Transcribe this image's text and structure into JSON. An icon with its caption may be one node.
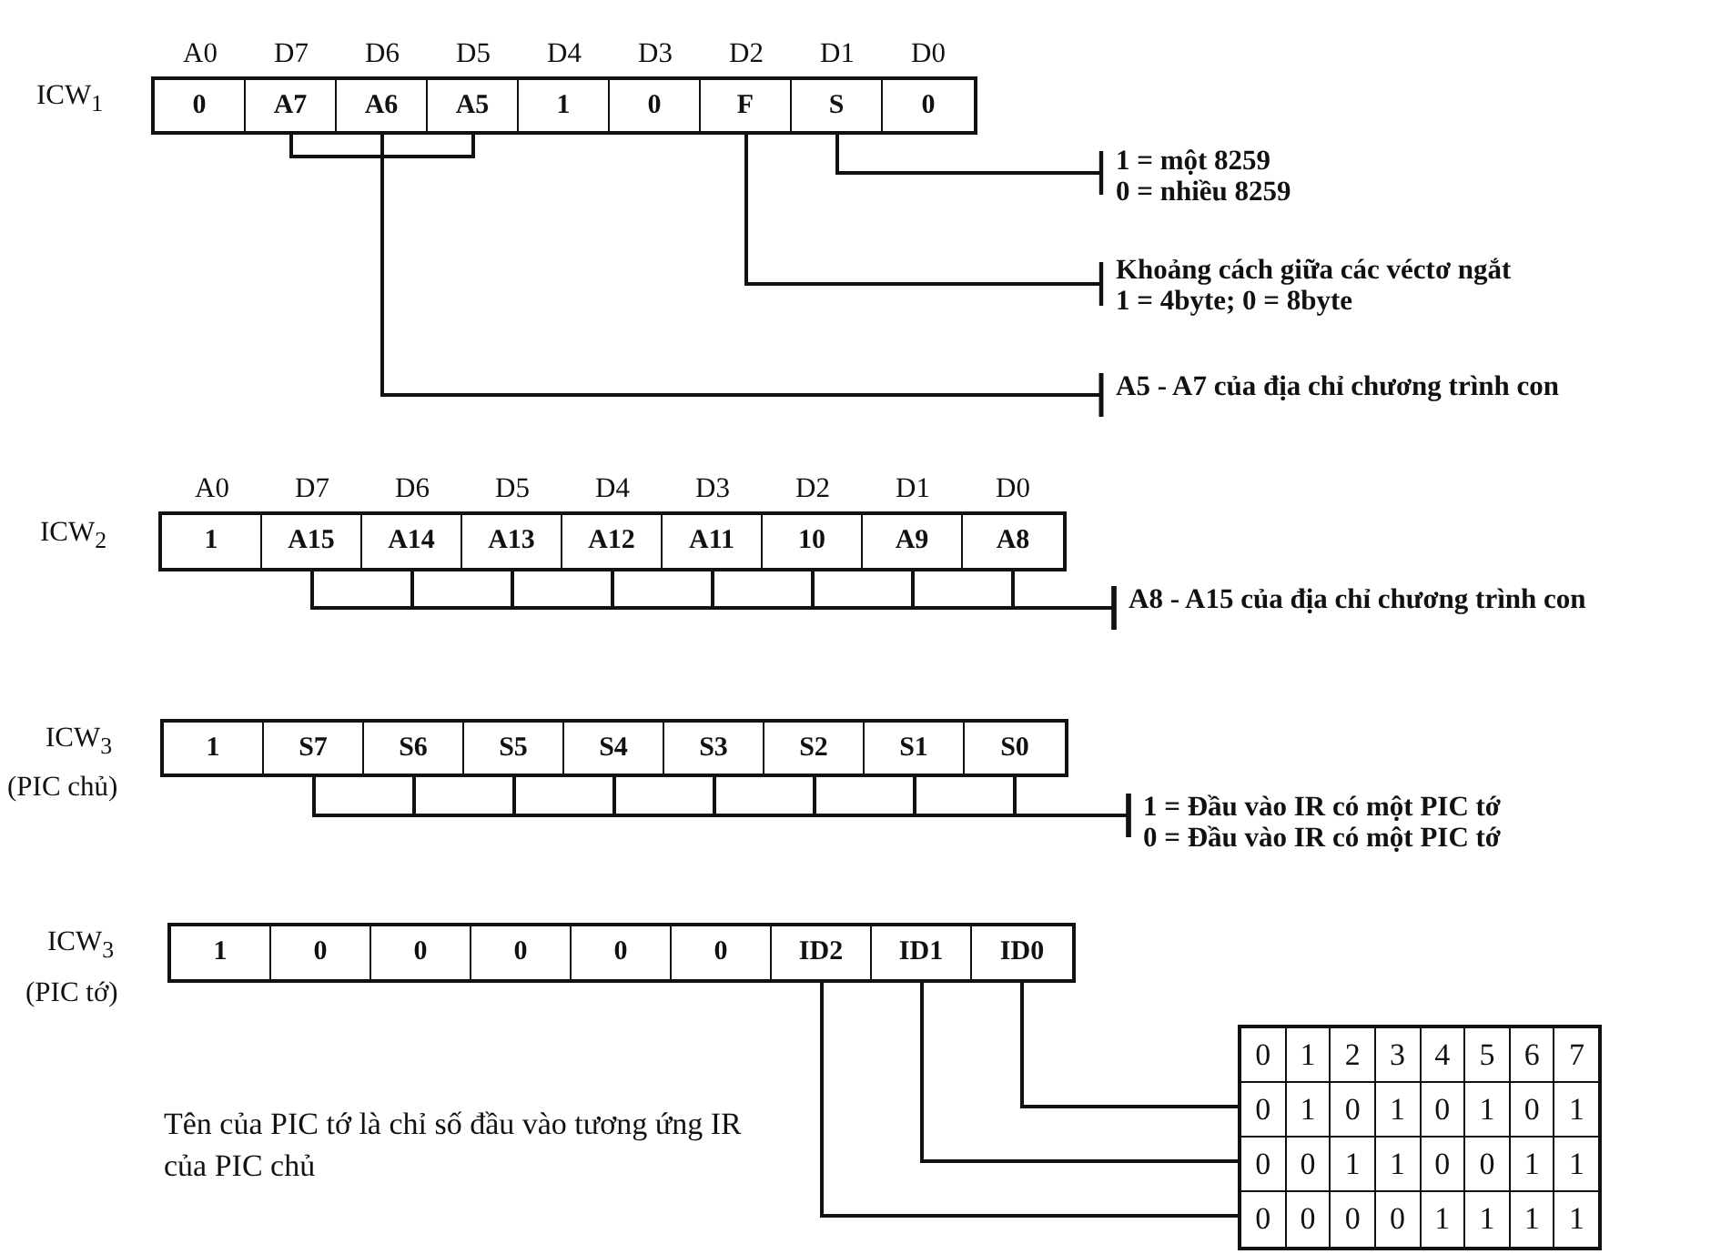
{
  "diagram": {
    "nodes": [
      {
        "text": [],
        "shape": "bar"
      },
      {
        "text": [
          "0"
        ],
        "in": 0
      },
      {
        "text": [
          "A7"
        ],
        "in": 0
      },
      {
        "text": [
          "A6"
        ],
        "in": 0
      },
      {
        "text": [
          "A5"
        ],
        "in": 0
      },
      {
        "text": [
          "1"
        ],
        "in": 0
      },
      {
        "text": [
          "0"
        ],
        "in": 0
      },
      {
        "text": [
          "F"
        ],
        "in": 0
      },
      {
        "text": [
          "S"
        ],
        "in": 0
      },
      {
        "text": [
          "0"
        ],
        "in": 0
      },
      {
        "text": [
          "1 = một 8259",
          "0 = nhiều 8259"
        ]
      },
      {
        "text": [
          "Khoảng cách giữa các véctơ ngắt",
          "1 = 4byte; 0 = 8byte"
        ]
      },
      {
        "text": [
          "A5 - A7 của địa chỉ chương trình con"
        ]
      },
      {
        "text": [],
        "shape": "bar"
      },
      {
        "text": [
          "1"
        ],
        "in": 13
      },
      {
        "text": [
          "A15"
        ],
        "in": 13
      },
      {
        "text": [
          "A14"
        ],
        "in": 13
      },
      {
        "text": [
          "A13"
        ],
        "in": 13
      },
      {
        "text": [
          "A12"
        ],
        "in": 13
      },
      {
        "text": [
          "A11"
        ],
        "in": 13
      },
      {
        "text": [
          "10"
        ],
        "in": 13
      },
      {
        "text": [
          "A9"
        ],
        "in": 13
      },
      {
        "text": [
          "A8"
        ],
        "in": 13
      },
      {
        "text": [
          "A8 - A15 của địa chỉ chương trình con"
        ]
      },
      {
        "text": [],
        "shape": "bar"
      },
      {
        "text": [
          "1"
        ],
        "in": 24
      },
      {
        "text": [
          "S7"
        ],
        "in": 24
      },
      {
        "text": [
          "S6"
        ],
        "in": 24
      },
      {
        "text": [
          "S5"
        ],
        "in": 24
      },
      {
        "text": [
          "S4"
        ],
        "in": 24
      },
      {
        "text": [
          "S3"
        ],
        "in": 24
      },
      {
        "text": [
          "S2"
        ],
        "in": 24
      },
      {
        "text": [
          "S1"
        ],
        "in": 24
      },
      {
        "text": [
          "S0"
        ],
        "in": 24
      },
      {
        "text": [
          "1 = Đầu vào IR có một PIC tớ",
          "0 = Đầu vào IR có một PIC tớ"
        ]
      },
      {
        "text": [],
        "shape": "bar"
      },
      {
        "text": [
          "1"
        ],
        "in": 35
      },
      {
        "text": [
          "0"
        ],
        "in": 35
      },
      {
        "text": [
          "0"
        ],
        "in": 35
      },
      {
        "text": [
          "0"
        ],
        "in": 35
      },
      {
        "text": [
          "0"
        ],
        "in": 35
      },
      {
        "text": [
          "0"
        ],
        "in": 35
      },
      {
        "text": [
          "ID2"
        ],
        "in": 35
      },
      {
        "text": [
          "ID1"
        ],
        "in": 35
      },
      {
        "text": [
          "ID0"
        ],
        "in": 35
      },
      {
        "text": [],
        "shape": "box"
      },
      {
        "text": [
          "0",
          "1",
          "2",
          "3",
          "4",
          "5",
          "6",
          "7"
        ],
        "in": 45
      },
      {
        "text": [
          "0",
          "1",
          "0",
          "1",
          "0",
          "1",
          "0",
          "1"
        ],
        "in": 45
      },
      {
        "text": [
          "0",
          "0",
          "1",
          "1",
          "0",
          "0",
          "1",
          "1"
        ],
        "in": 45
      },
      {
        "text": [
          "0",
          "0",
          "0",
          "0",
          "1",
          "1",
          "1",
          "1"
        ],
        "in": 45
      }
    ],
    "edges": [
      {
        "from": 8,
        "to": 10,
        "arrow": "other"
      },
      {
        "from": 7,
        "to": 11,
        "arrow": "other"
      },
      {
        "from": 2,
        "to": 12,
        "arrow": "other"
      },
      {
        "from": 3,
        "to": 12,
        "arrow": "other"
      },
      {
        "from": 4,
        "to": 12,
        "arrow": "other"
      },
      {
        "from": 15,
        "to": 23,
        "arrow": "other"
      },
      {
        "from": 16,
        "to": 23,
        "arrow": "other"
      },
      {
        "from": 17,
        "to": 23,
        "arrow": "other"
      },
      {
        "from": 18,
        "to": 23,
        "arrow": "other"
      },
      {
        "from": 19,
        "to": 23,
        "arrow": "other"
      },
      {
        "from": 20,
        "to": 23,
        "arrow": "other"
      },
      {
        "from": 21,
        "to": 23,
        "arrow": "other"
      },
      {
        "from": 22,
        "to": 23,
        "arrow": "other"
      },
      {
        "from": 26,
        "to": 34,
        "arrow": "other"
      },
      {
        "from": 27,
        "to": 34,
        "arrow": "other"
      },
      {
        "from": 28,
        "to": 34,
        "arrow": "other"
      },
      {
        "from": 29,
        "to": 34,
        "arrow": "other"
      },
      {
        "from": 30,
        "to": 34,
        "arrow": "other"
      },
      {
        "from": 31,
        "to": 34,
        "arrow": "other"
      },
      {
        "from": 32,
        "to": 34,
        "arrow": "other"
      },
      {
        "from": 33,
        "to": 34,
        "arrow": "other"
      },
      {
        "from": 44,
        "to": 47,
        "arrow": "none"
      },
      {
        "from": 43,
        "to": 48,
        "arrow": "none"
      },
      {
        "from": 42,
        "to": 49,
        "arrow": "none"
      }
    ],
    "labels": [
      "A0",
      "D7",
      "D6",
      "D5",
      "D4",
      "D3",
      "D2",
      "D1",
      "D0",
      "ICW$_{1}$",
      "A0",
      "D7",
      "D6",
      "D5",
      "D4",
      "D3",
      "D2",
      "D1",
      "D0",
      "ICW$_{2}$",
      "ICW$_{3}$",
      "(PIC chủ)",
      "ICW$_{3}$",
      "(PIC tớ)",
      "Tên của PIC tớ là chỉ số đầu vào tương ứng IR của PIC chủ"
    ]
  }
}
